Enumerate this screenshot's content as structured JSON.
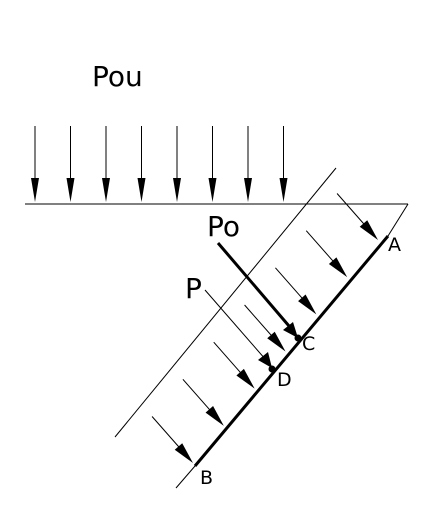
{
  "labels": {
    "pou": "Pou",
    "po": "Po",
    "p": "P",
    "a": "A",
    "b": "B",
    "c": "C",
    "d": "D"
  },
  "vertical_arrow_count": 8,
  "inclined_arrow_count": 7,
  "colors": {
    "ink": "#000000",
    "background": "#ffffff"
  }
}
